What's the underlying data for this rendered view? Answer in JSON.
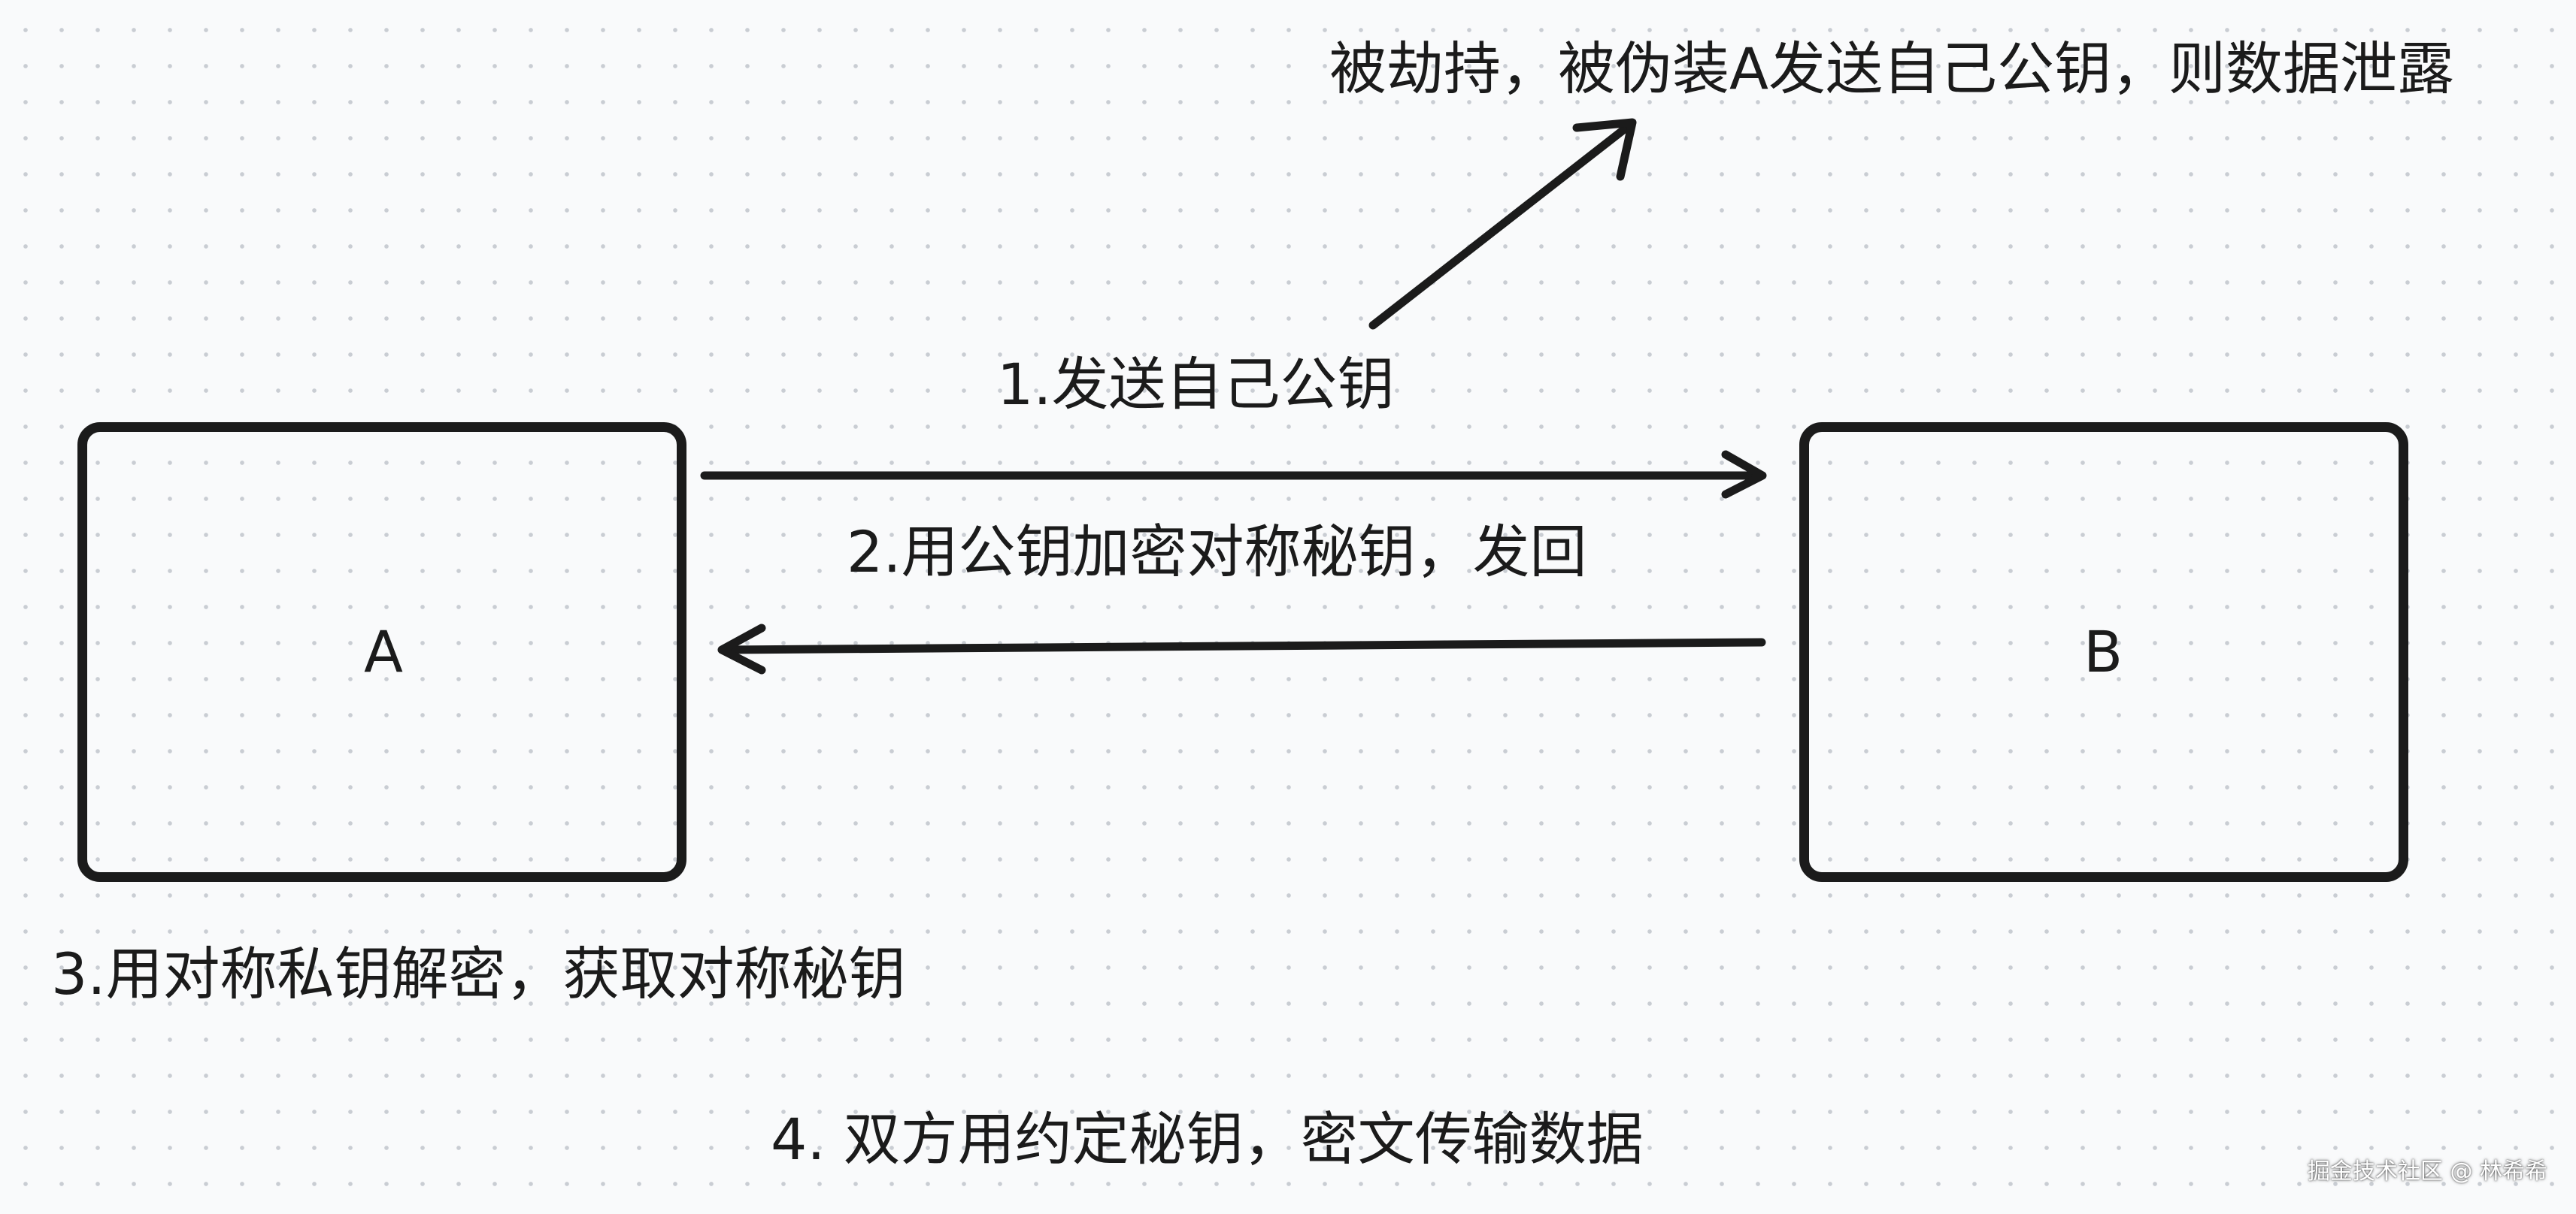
{
  "diagram": {
    "nodes": {
      "a": {
        "label": "A"
      },
      "b": {
        "label": "B"
      }
    },
    "edges": {
      "hijack": {
        "label": "被劫持，被伪装A发送自己公钥，则数据泄露"
      },
      "step1": {
        "label": "1.发送自己公钥"
      },
      "step2": {
        "label": "2.用公钥加密对称秘钥，发回"
      }
    },
    "notes": {
      "step3": "3.用对称私钥解密，获取对称秘钥",
      "step4": "4. 双方用约定秘钥，密文传输数据"
    }
  },
  "watermark": "掘金技术社区 @ 林希希",
  "colors": {
    "stroke": "#1b1b1b",
    "background": "#f9fafb",
    "grid_dot": "#c9cdd3"
  }
}
